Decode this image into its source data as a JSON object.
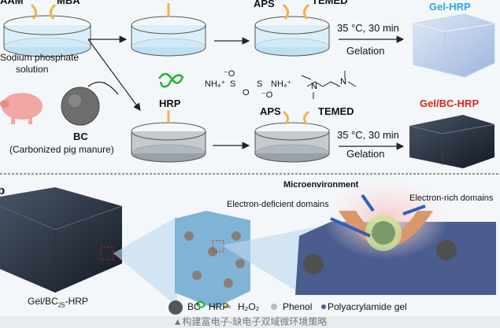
{
  "panel_a": {
    "reagent_aam": "AAM",
    "reagent_mba": "MBA",
    "solution_label_1": "Sodium phosphate",
    "solution_label_2": "solution",
    "aps": "APS",
    "temed": "TEMED",
    "condition": "35 °C, 30 min",
    "gelation": "Gelation",
    "gel_hrp": "Gel-HRP",
    "gel_bc_hrp": "Gel/BC-HRP",
    "hrp": "HRP",
    "bc": "BC",
    "bc_desc": "(Carbonized pig manure)",
    "aps_formula": {
      "o_minus": "⁻O",
      "nh4": "NH₄⁺",
      "s": "S",
      "o": "O"
    },
    "colors": {
      "gel_hrp": "#29a9e0",
      "gel_bc_hrp": "#e0231c",
      "arrow": "#f2b24a"
    }
  },
  "panel_b": {
    "label": "b",
    "gel_name_prefix": "Gel/BC",
    "gel_name_sub": "25",
    "gel_name_suffix": "-HRP",
    "microenvironment": "Microenvironment",
    "electron_deficient": "Electron-deficient domains",
    "electron_rich": "Electron-rich domains",
    "legend": {
      "bc": "BC",
      "hrp": "HRP",
      "h2o2": "H₂O₂",
      "phenol": "Phenol",
      "pam": "Polyacrylamide gel"
    }
  },
  "caption": "▲构建富电子-缺电子双域微环境策略"
}
